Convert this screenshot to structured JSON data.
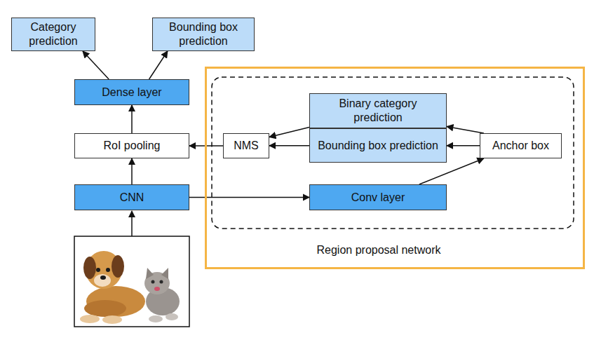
{
  "diagram": {
    "nodes": [
      {
        "text": [
          "Category prediction"
        ]
      },
      {
        "text": [
          "Bounding box prediction"
        ]
      },
      {
        "text": [
          "Dense layer"
        ]
      },
      {
        "text": [
          "RoI pooling"
        ]
      },
      {
        "text": [
          "CNN"
        ]
      },
      {
        "text": [
          "Region proposal network"
        ]
      },
      {
        "text": [
          "Binary category prediction"
        ],
        "in": 5
      },
      {
        "text": [
          "NMS"
        ],
        "in": 5
      },
      {
        "text": [
          "Bounding box prediction"
        ],
        "in": 5
      },
      {
        "text": [
          "Anchor box"
        ],
        "in": 5
      },
      {
        "text": [
          "Conv layer"
        ],
        "in": 5
      }
    ],
    "edges": [
      {
        "from": 2,
        "to": 0,
        "arrow": "to"
      },
      {
        "from": 2,
        "to": 1,
        "arrow": "to"
      },
      {
        "from": 3,
        "to": 2,
        "arrow": "to"
      },
      {
        "from": 4,
        "to": 3,
        "arrow": "to"
      },
      {
        "from": 4,
        "to": 10,
        "arrow": "to"
      },
      {
        "from": 10,
        "to": 9,
        "arrow": "to"
      },
      {
        "from": 9,
        "to": 6,
        "arrow": "to"
      },
      {
        "from": 9,
        "to": 8,
        "arrow": "to"
      },
      {
        "from": 6,
        "to": 7,
        "arrow": "to"
      },
      {
        "from": 8,
        "to": 7,
        "arrow": "to"
      },
      {
        "from": 7,
        "to": 3,
        "arrow": "to"
      }
    ]
  }
}
